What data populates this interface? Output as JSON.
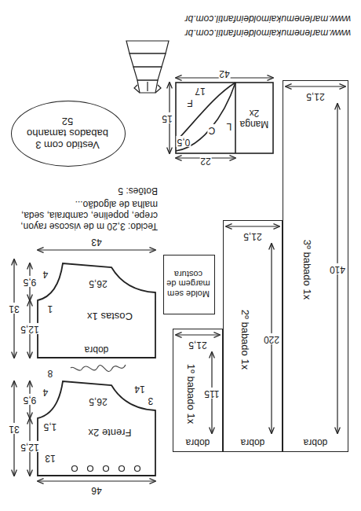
{
  "diagram": {
    "nodes": [
      {
        "text": [
          "Vestido com 3 babados tamanho 52"
        ]
      },
      {
        "text": [
          "Manga 2x"
        ]
      },
      {
        "text": [
          "Molde sem margem de costura"
        ]
      },
      {
        "text": [
          "Costas 1x"
        ]
      },
      {
        "text": [
          "Frente 2x"
        ]
      },
      {
        "text": [
          "1º babado 1x"
        ]
      },
      {
        "text": [
          "2º babado 1x"
        ]
      },
      {
        "text": [
          "3º babado 1x"
        ]
      }
    ],
    "edges": [],
    "labels": [
      "www.marlenemukaimoldeinfantil.com.br",
      "www.marlenemukaimoldeinfantil.com.br",
      "Tecido: 3,20 m de viscose rayon, crepe, popeline, cambraia, seda, malha de algodão...",
      "Botões: 5",
      "42",
      "22",
      "15",
      "17",
      "0,5",
      "C",
      "F",
      "L",
      "43",
      "31",
      "26,5",
      "12,5",
      "9,5",
      "4",
      "1",
      "dobra",
      "46",
      "31",
      "26,5",
      "12,5",
      "9,5",
      "4",
      "1,5",
      "14",
      "8",
      "3",
      "13",
      "dobra",
      "21,5",
      "115",
      "dobra",
      "21,5",
      "220",
      "dobra",
      "21,5",
      "410"
    ]
  }
}
